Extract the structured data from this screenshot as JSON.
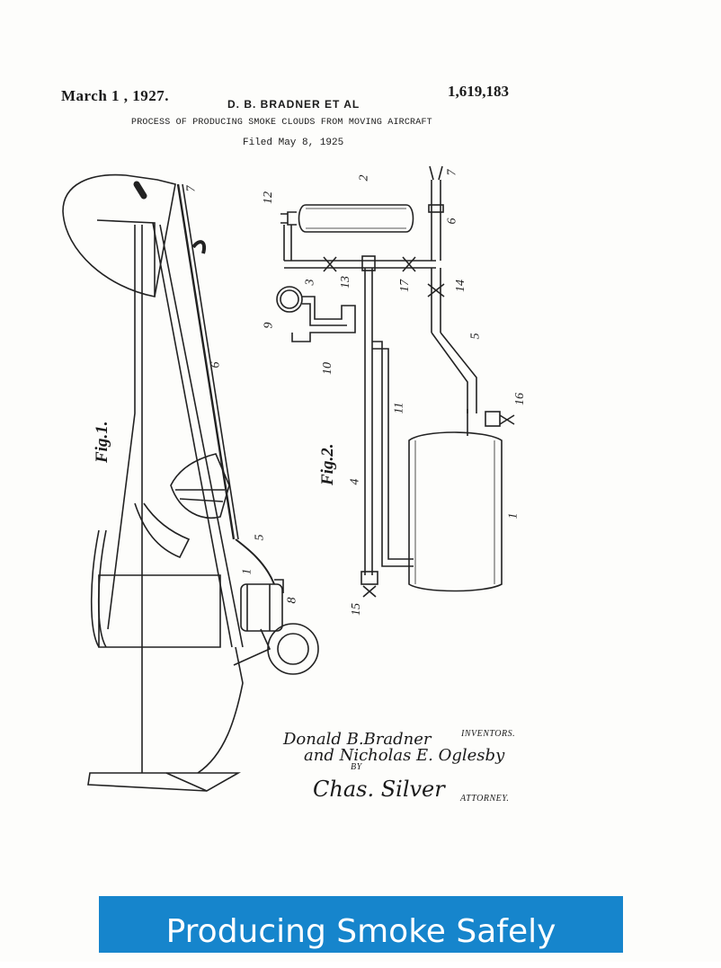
{
  "patent": {
    "date": "March 1 , 1927.",
    "number": "1,619,183",
    "inventor_header": "D. B. BRADNER ET AL",
    "title": "PROCESS OF PRODUCING SMOKE CLOUDS FROM MOVING AIRCRAFT",
    "filed": "Filed May 8, 1925"
  },
  "figures": {
    "fig1_label": "Fig.1.",
    "fig2_label": "Fig.2.",
    "fig1_refs": [
      "7",
      "6",
      "5",
      "1",
      "8"
    ],
    "fig2_refs": [
      "2",
      "12",
      "7",
      "6",
      "3",
      "13",
      "17",
      "14",
      "9",
      "10",
      "5",
      "11",
      "16",
      "4",
      "1",
      "15"
    ]
  },
  "signatures": {
    "inventor1": "Donald B.Bradner",
    "inventors_label": "INVENTORS.",
    "inventor2": "and Nicholas E. Oglesby",
    "by": "BY",
    "attorney_sig": "Chas. Silver",
    "attorney_label": "ATTORNEY."
  },
  "banner": {
    "text": "Producing Smoke Safely",
    "color": "#1685cc"
  }
}
